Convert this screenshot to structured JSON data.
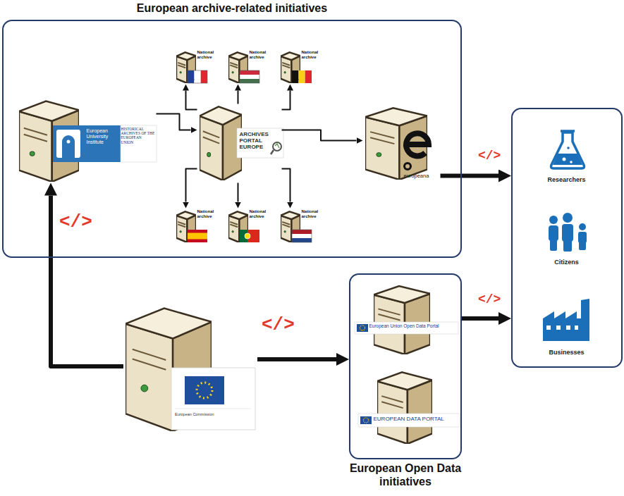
{
  "diagram": {
    "nodes": [
      {
        "text": [
          "European archive-related initiatives"
        ]
      },
      {
        "text": [
          "European University Institute",
          "HISTORICAL ARCHIVES OF THE EUROPEAN UNION"
        ],
        "in": 0
      },
      {
        "text": [
          "National archive"
        ],
        "in": 0
      },
      {
        "text": [
          "National archive"
        ],
        "in": 0
      },
      {
        "text": [
          "National archive"
        ],
        "in": 0
      },
      {
        "text": [
          "ARCHIVES PORTAL EUROPE"
        ],
        "in": 0
      },
      {
        "text": [
          "europeana"
        ],
        "in": 0
      },
      {
        "text": [
          "National archive"
        ],
        "in": 0
      },
      {
        "text": [
          "National archive"
        ],
        "in": 0
      },
      {
        "text": [
          "National archive"
        ],
        "in": 0
      },
      {
        "text": []
      },
      {
        "text": [
          "Researchers"
        ],
        "in": 10
      },
      {
        "text": [
          "Citizens"
        ],
        "in": 10
      },
      {
        "text": [
          "Businesses"
        ],
        "in": 10
      },
      {
        "text": [
          "European Commission"
        ]
      },
      {
        "text": [
          "European Open Data initiatives"
        ]
      },
      {
        "text": [
          "European Union Open Data Portal"
        ],
        "in": 15
      },
      {
        "text": [
          "EUROPEAN DATA PORTAL"
        ],
        "in": 15
      }
    ],
    "edges": [
      {
        "from": 1,
        "to": 5,
        "arrow": "to"
      },
      {
        "from": 5,
        "to": 2,
        "arrow": "to"
      },
      {
        "from": 5,
        "to": 3,
        "arrow": "to"
      },
      {
        "from": 5,
        "to": 4,
        "arrow": "to"
      },
      {
        "from": 5,
        "to": 6,
        "arrow": "to"
      },
      {
        "from": 5,
        "to": 7,
        "arrow": "to"
      },
      {
        "from": 5,
        "to": 8,
        "arrow": "to"
      },
      {
        "from": 5,
        "to": 9,
        "arrow": "to"
      },
      {
        "from": 6,
        "to": 10,
        "arrow": "to"
      },
      {
        "from": 14,
        "to": 1,
        "arrow": "to"
      },
      {
        "from": 14,
        "to": 15,
        "arrow": "to"
      },
      {
        "from": 15,
        "to": 10,
        "arrow": "to"
      }
    ],
    "labels": [
      "</>",
      "</>",
      "</>",
      "</>"
    ]
  }
}
